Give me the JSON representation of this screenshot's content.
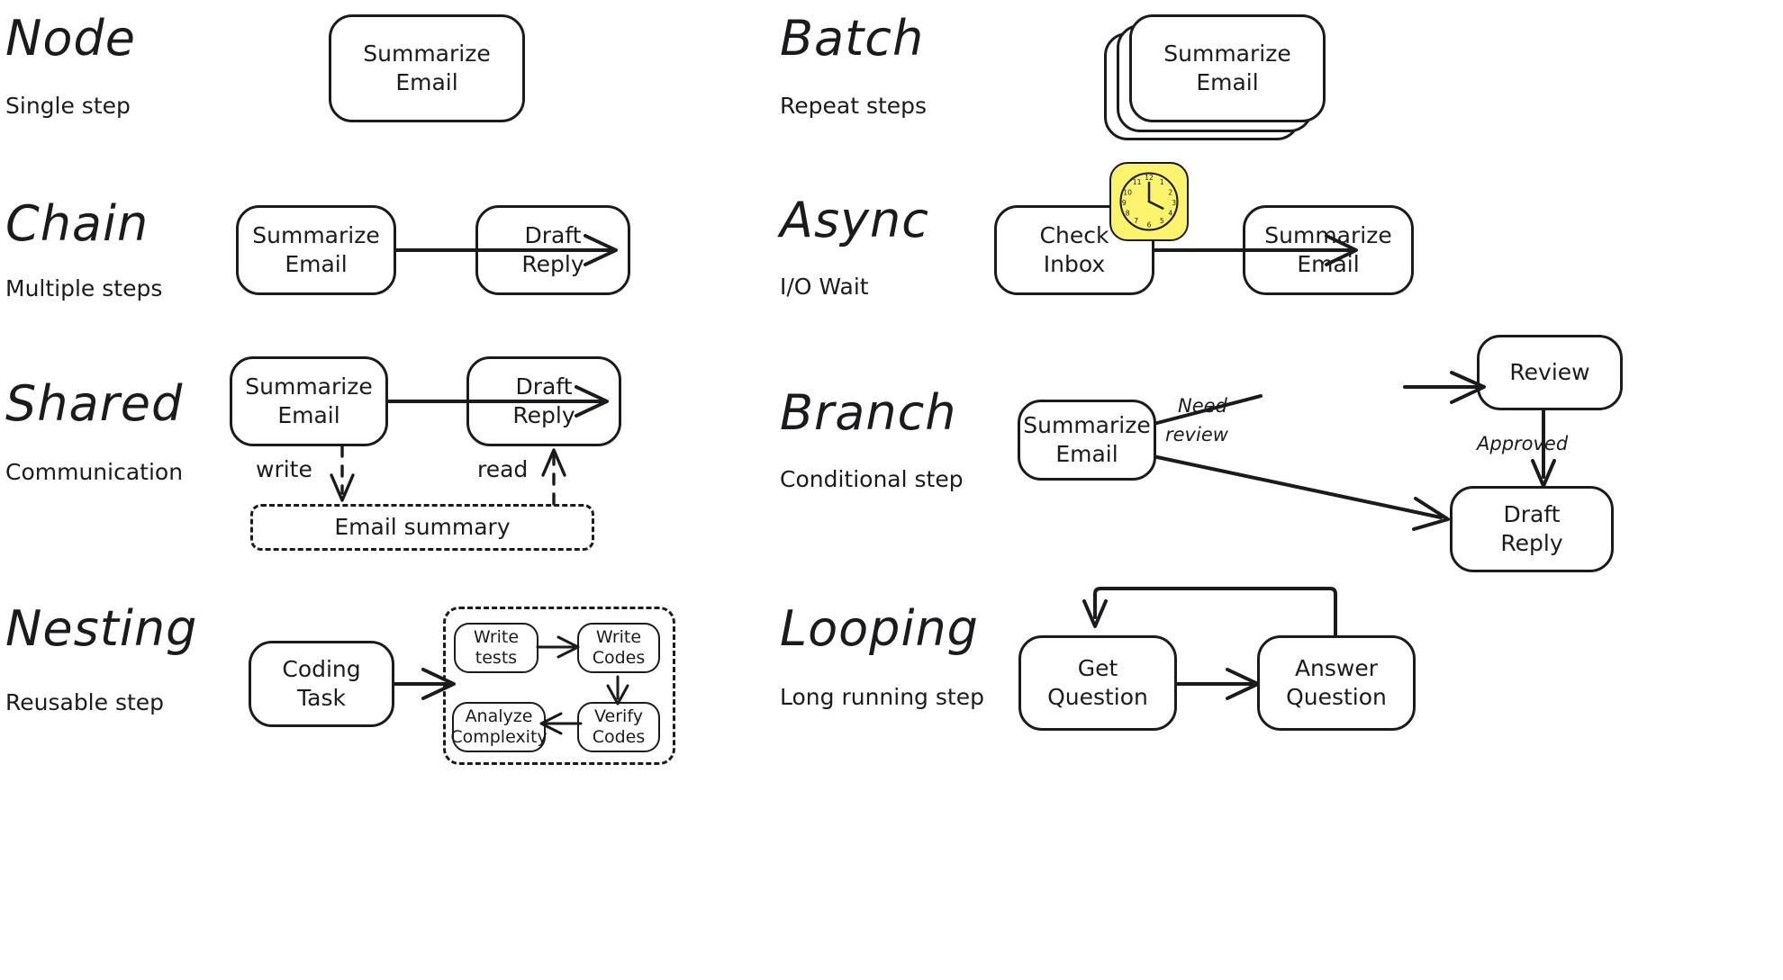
{
  "sections": [
    {
      "id": "node",
      "title": "Node",
      "subtitle": "Single step",
      "nodes": [
        {
          "label": "Summarize\nEmail"
        }
      ]
    },
    {
      "id": "batch",
      "title": "Batch",
      "subtitle": "Repeat steps",
      "nodes": [
        {
          "label": "Summarize\nEmail"
        }
      ]
    },
    {
      "id": "chain",
      "title": "Chain",
      "subtitle": "Multiple steps",
      "nodes": [
        {
          "label": "Summarize\nEmail"
        },
        {
          "label": "Draft\nReply"
        }
      ]
    },
    {
      "id": "async",
      "title": "Async",
      "subtitle": "I/O Wait",
      "nodes": [
        {
          "label": "Check\nInbox"
        },
        {
          "label": "Summarize\nEmail"
        }
      ],
      "icon": "clock-icon"
    },
    {
      "id": "shared",
      "title": "Shared",
      "subtitle": "Communication",
      "nodes": [
        {
          "label": "Summarize\nEmail"
        },
        {
          "label": "Draft\nReply"
        }
      ],
      "store": "Email summary",
      "edge_labels": [
        "write",
        "read"
      ]
    },
    {
      "id": "branch",
      "title": "Branch",
      "subtitle": "Conditional step",
      "nodes": [
        {
          "label": "Summarize\nEmail"
        },
        {
          "label": "Review"
        },
        {
          "label": "Draft\nReply"
        }
      ],
      "edge_labels": [
        "Need",
        "review",
        "Approved"
      ]
    },
    {
      "id": "nesting",
      "title": "Nesting",
      "subtitle": "Reusable step",
      "nodes": [
        {
          "label": "Coding\nTask"
        }
      ],
      "inner_nodes": [
        {
          "label": "Write\ntests"
        },
        {
          "label": "Write\nCodes"
        },
        {
          "label": "Verify\nCodes"
        },
        {
          "label": "Analyze\nComplexity"
        }
      ]
    },
    {
      "id": "looping",
      "title": "Looping",
      "subtitle": "Long running step",
      "nodes": [
        {
          "label": "Get\nQuestion"
        },
        {
          "label": "Answer\nQuestion"
        }
      ]
    }
  ],
  "labels": {
    "node_title": "Node",
    "node_sub": "Single step",
    "node_box": "Summarize\nEmail",
    "batch_title": "Batch",
    "batch_sub": "Repeat steps",
    "batch_box": "Summarize\nEmail",
    "chain_title": "Chain",
    "chain_sub": "Multiple steps",
    "chain_box1": "Summarize\nEmail",
    "chain_box2": "Draft\nReply",
    "async_title": "Async",
    "async_sub": "I/O Wait",
    "async_box1": "Check\nInbox",
    "async_box2": "Summarize\nEmail",
    "shared_title": "Shared",
    "shared_sub": "Communication",
    "shared_box1": "Summarize\nEmail",
    "shared_box2": "Draft\nReply",
    "shared_store": "Email summary",
    "shared_write": "write",
    "shared_read": "read",
    "branch_title": "Branch",
    "branch_sub": "Conditional step",
    "branch_box1": "Summarize\nEmail",
    "branch_box2": "Review",
    "branch_box3": "Draft\nReply",
    "branch_need": "Need",
    "branch_review": "review",
    "branch_approved": "Approved",
    "nesting_title": "Nesting",
    "nesting_sub": "Reusable step",
    "nesting_box1": "Coding\nTask",
    "nesting_in1": "Write\ntests",
    "nesting_in2": "Write\nCodes",
    "nesting_in3": "Verify\nCodes",
    "nesting_in4": "Analyze\nComplexity",
    "looping_title": "Looping",
    "looping_sub": "Long running step",
    "looping_box1": "Get\nQuestion",
    "looping_box2": "Answer\nQuestion"
  },
  "colors": {
    "ink": "#1b1b1f",
    "background": "#ffffff",
    "clock_fill": "#fbf36b"
  },
  "clock": {
    "hours": [
      "12",
      "1",
      "2",
      "3",
      "4",
      "5",
      "6",
      "7",
      "8",
      "9",
      "10",
      "11"
    ]
  }
}
